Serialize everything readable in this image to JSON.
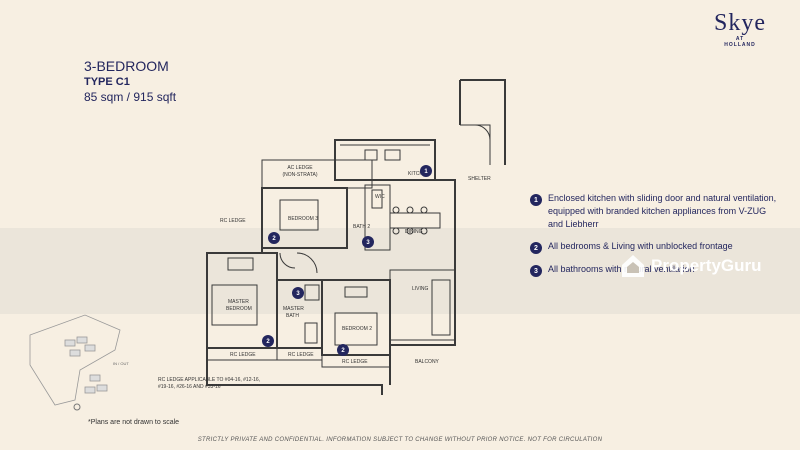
{
  "brand": {
    "name": "Skye",
    "sub1": "AT",
    "sub2": "HOLLAND"
  },
  "unit": {
    "title": "3-BEDROOM",
    "type": "TYPE C1",
    "size": "85 sqm / 915 sqft"
  },
  "features": [
    {
      "num": "1",
      "text": "Enclosed kitchen with sliding door and natural ventilation, equipped with branded kitchen appliances from V-ZUG and Liebherr"
    },
    {
      "num": "2",
      "text": "All bedrooms & Living with unblocked frontage"
    },
    {
      "num": "3",
      "text": "All bathrooms with natural ventilation"
    }
  ],
  "rooms": {
    "ac_ledge": "AC LEDGE",
    "non_strata": "(NON-STRATA)",
    "kitchen": "KITCHEN",
    "bedroom3": "BEDROOM 3",
    "bath2": "BATH 2",
    "dining": "DINING",
    "living": "LIVING",
    "master_bedroom_1": "MASTER",
    "master_bedroom_2": "BEDROOM",
    "master_bath_1": "MASTER",
    "master_bath_2": "BATH",
    "bedroom2": "BEDROOM 2",
    "balcony": "BALCONY",
    "rc_ledge": "RC LEDGE",
    "rc_note_1": "RC LEDGE APPLICABLE TO #04-16, #12-16,",
    "rc_note_2": "#19-16, #26-16 AND #33-16",
    "shelter": "SHELTER",
    "wic": "WIC"
  },
  "site": {
    "in_out": "IN / OUT"
  },
  "watermark": "PropertyGuru",
  "note": "*Plans are not drawn to scale",
  "footer": "STRICTLY PRIVATE AND CONFIDENTIAL. INFORMATION SUBJECT TO CHANGE WITHOUT PRIOR NOTICE. NOT FOR CIRCULATION",
  "colors": {
    "brand": "#23265e",
    "background": "#f7efe2"
  },
  "icons": {
    "watermark_logo": "house-icon"
  }
}
